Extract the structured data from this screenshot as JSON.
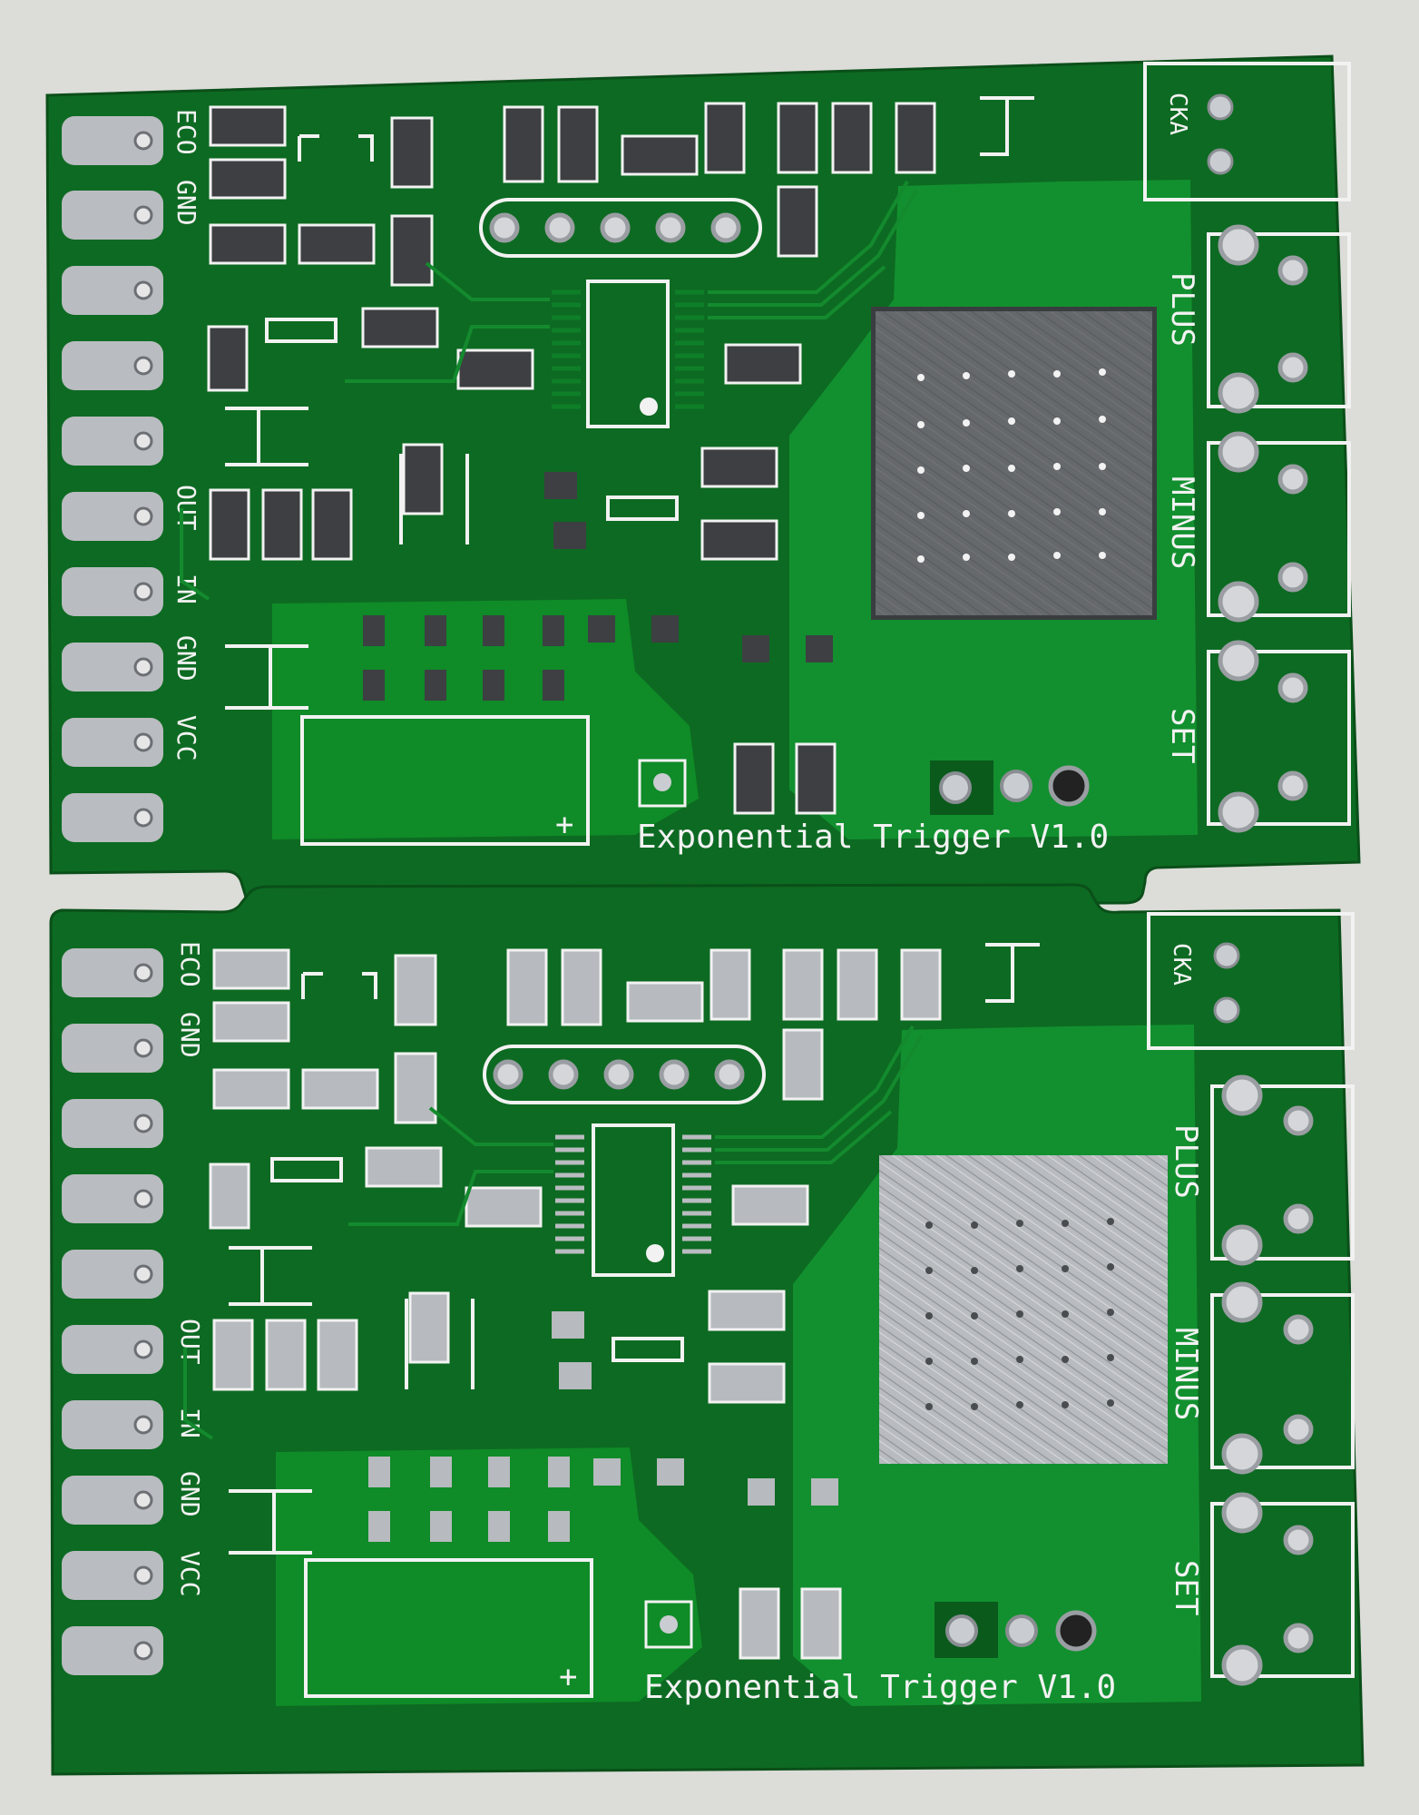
{
  "photo": {
    "subject": "two bare printed circuit boards",
    "colors": {
      "background": "#dcdcd8",
      "board": "#0d6a22",
      "board_dark": "#0a5a1c",
      "copper_pour": "#12902f",
      "silkscreen": "#f2f2f2",
      "tin": "#b9bcc0"
    }
  },
  "boards": [
    {
      "title": "Exponential Trigger V1.0",
      "left_labels": [
        "ECO",
        "GND",
        "OUT",
        "IN",
        "GND",
        "VCC"
      ],
      "right_labels": [
        "PLUS",
        "MINUS",
        "SET"
      ],
      "connector_label": "CKA",
      "plus_mark": "+"
    },
    {
      "title": "Exponential Trigger V1.0",
      "left_labels": [
        "ECO",
        "GND",
        "OUT",
        "IN",
        "GND",
        "VCC"
      ],
      "right_labels": [
        "PLUS",
        "MINUS",
        "SET"
      ],
      "connector_label": "CKA",
      "plus_mark": "+"
    }
  ]
}
